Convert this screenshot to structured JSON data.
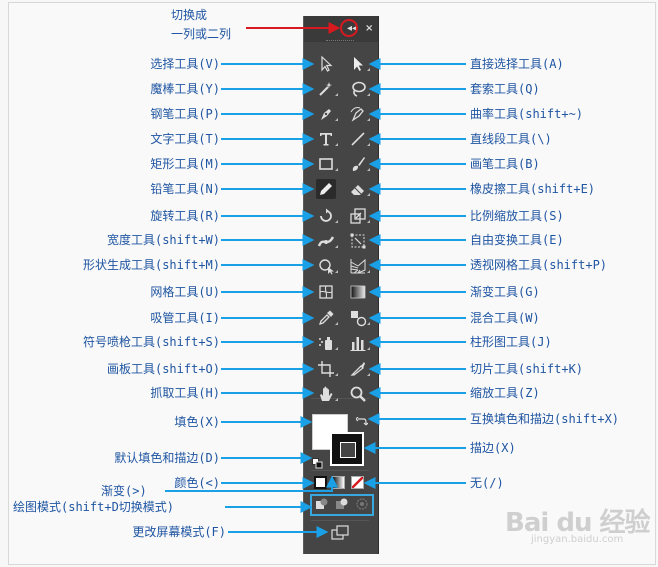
{
  "title_note": {
    "line1": "切换成",
    "line2": "一列或二列"
  },
  "panel": {
    "collapse_glyph": "◂◂",
    "close_glyph": "×"
  },
  "left_labels": [
    "选择工具(V)",
    "魔棒工具(Y)",
    "钢笔工具(P)",
    "文字工具(T)",
    "矩形工具(M)",
    "铅笔工具(N)",
    "旋转工具(R)",
    "宽度工具(shift+W)",
    "形状生成工具(shift+M)",
    "网格工具(U)",
    "吸管工具(I)",
    "符号喷枪工具(shift+S)",
    "画板工具(shift+O)",
    "抓取工具(H)",
    "填色(X)",
    "默认填色和描边(D)",
    "颜色(<)",
    "渐变(>)",
    "绘图模式(shift+D切换模式)",
    "更改屏幕模式(F)"
  ],
  "right_labels": [
    "直接选择工具(A)",
    "套索工具(Q)",
    "曲率工具(shift+~)",
    "直线段工具(\\)",
    "画笔工具(B)",
    "橡皮擦工具(shift+E)",
    "比例缩放工具(S)",
    "自由变换工具(E)",
    "透视网格工具(shift+P)",
    "渐变工具(G)",
    "混合工具(W)",
    "柱形图工具(J)",
    "切片工具(shift+K)",
    "缩放工具(Z)",
    "互换填色和描边(shift+X)",
    "描边(X)",
    "无(/)"
  ],
  "watermark": {
    "brand": "Bai du 经验",
    "url": "jingyan.baidu.com"
  },
  "colors": {
    "label": "#1f55a2",
    "arrow": "#1aa0e6",
    "note_arrow": "#d71920",
    "panel": "#454545",
    "none_slash": "#d71920"
  }
}
